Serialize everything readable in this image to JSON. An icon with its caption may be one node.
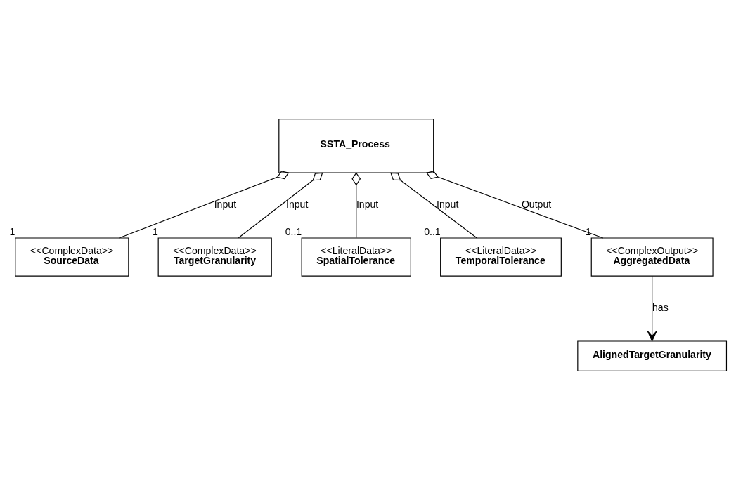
{
  "diagram": {
    "nodes": [
      {
        "text": [
          "SSTA_Process"
        ]
      },
      {
        "text": [
          "<<ComplexData>>",
          "SourceData"
        ],
        "beside": [
          "1"
        ]
      },
      {
        "text": [
          "<<ComplexData>>",
          "TargetGranularity"
        ],
        "beside": [
          "1"
        ]
      },
      {
        "text": [
          "<<LiteralData>>",
          "SpatialTolerance"
        ],
        "beside": [
          "0..1"
        ]
      },
      {
        "text": [
          "<<LiteralData>>",
          "TemporalTolerance"
        ],
        "beside": [
          "0..1"
        ]
      },
      {
        "text": [
          "<<ComplexOutput>>",
          "AggregatedData"
        ],
        "beside": [
          "1"
        ]
      },
      {
        "text": [
          "AlignedTargetGranularity"
        ]
      }
    ],
    "edges": [
      {
        "from": 0,
        "to": 1,
        "arrow": "other",
        "label": "Input"
      },
      {
        "from": 0,
        "to": 2,
        "arrow": "other",
        "label": "Input"
      },
      {
        "from": 0,
        "to": 3,
        "arrow": "other",
        "label": "Input"
      },
      {
        "from": 0,
        "to": 4,
        "arrow": "other",
        "label": "Input"
      },
      {
        "from": 0,
        "to": 5,
        "arrow": "other",
        "label": "Output"
      },
      {
        "from": 5,
        "to": 6,
        "arrow": "to",
        "label": "has"
      }
    ]
  }
}
